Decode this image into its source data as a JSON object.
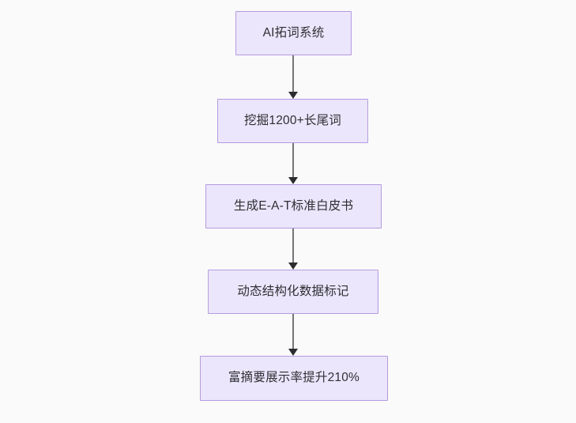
{
  "diagram": {
    "type": "flowchart",
    "direction": "top-to-bottom",
    "background_color": "#fafafa",
    "node_fill_color": "#ebe6fb",
    "node_border_color": "#b59ae0",
    "node_text_color": "#2f2f34",
    "connector_color": "#76767a",
    "arrowhead_color": "#2b2b30",
    "nodes": [
      {
        "id": "node-1",
        "label": "AI拓词系统"
      },
      {
        "id": "node-2",
        "label": "挖掘1200+长尾词"
      },
      {
        "id": "node-3",
        "label": "生成E-A-T标准白皮书"
      },
      {
        "id": "node-4",
        "label": "动态结构化数据标记"
      },
      {
        "id": "node-5",
        "label": "富摘要展示率提升210%"
      }
    ],
    "edges": [
      {
        "id": "edge-1",
        "from": "node-1",
        "to": "node-2",
        "label": ""
      },
      {
        "id": "edge-2",
        "from": "node-2",
        "to": "node-3",
        "label": ""
      },
      {
        "id": "edge-3",
        "from": "node-3",
        "to": "node-4",
        "label": ""
      },
      {
        "id": "edge-4",
        "from": "node-4",
        "to": "node-5",
        "label": ""
      }
    ]
  }
}
